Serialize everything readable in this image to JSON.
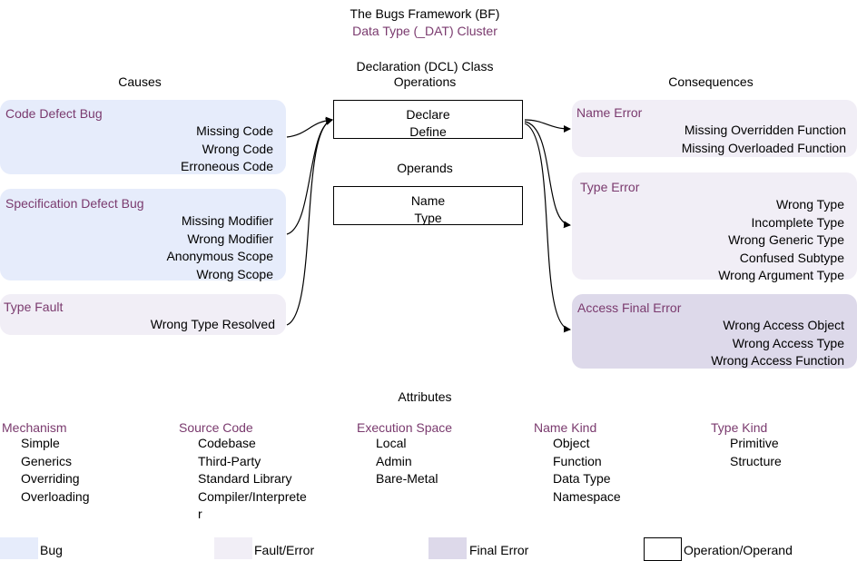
{
  "header": {
    "title": "The Bugs Framework (BF)",
    "subtitle": "Data Type (_DAT) Cluster"
  },
  "columns": {
    "causes": "Causes",
    "class_line1": "Declaration (DCL) Class",
    "class_line2": "Operations",
    "consequences": "Consequences"
  },
  "causes": [
    {
      "title": "Code Defect Bug",
      "items": [
        "Missing Code",
        "Wrong Code",
        "Erroneous Code"
      ]
    },
    {
      "title": "Specification Defect Bug",
      "items": [
        "Missing Modifier",
        "Wrong Modifier",
        "Anonymous Scope",
        "Wrong Scope"
      ]
    },
    {
      "title": "Type Fault",
      "items": [
        "Wrong Type Resolved"
      ]
    }
  ],
  "operations": [
    "Declare",
    "Define"
  ],
  "operands_label": "Operands",
  "operands": [
    "Name",
    "Type"
  ],
  "consequences": [
    {
      "title": "Name Error",
      "items": [
        "Missing Overridden Function",
        "Missing Overloaded Function"
      ]
    },
    {
      "title": "Type Error",
      "items": [
        "Wrong Type",
        "Incomplete Type",
        "Wrong Generic Type",
        "Confused Subtype",
        "Wrong Argument Type"
      ]
    },
    {
      "title": "Access Final Error",
      "items": [
        "Wrong Access Object",
        "Wrong Access Type",
        "Wrong Access Function"
      ]
    }
  ],
  "attributes": {
    "label": "Attributes",
    "groups": [
      {
        "name": "Mechanism",
        "values": [
          "Simple",
          "Generics",
          "Overriding",
          "Overloading"
        ]
      },
      {
        "name": "Source Code",
        "values": [
          "Codebase",
          "Third-Party",
          "Standard Library",
          "Compiler/Interprete",
          "r"
        ]
      },
      {
        "name": "Execution Space",
        "values": [
          "Local",
          "Admin",
          "Bare-Metal"
        ]
      },
      {
        "name": "Name Kind",
        "values": [
          "Object",
          "Function",
          "Data Type",
          "Namespace"
        ]
      },
      {
        "name": "Type Kind",
        "values": [
          "Primitive",
          "Structure"
        ]
      }
    ]
  },
  "legend": {
    "bug": "Bug",
    "fault_error": "Fault/Error",
    "final_error": "Final Error",
    "operation_operand": "Operation/Operand"
  },
  "colors": {
    "bug": "#e6ecfb",
    "fault_error": "#f1eef6",
    "final_error": "#ddd9ea",
    "title_purple": "#7a3a6e"
  }
}
